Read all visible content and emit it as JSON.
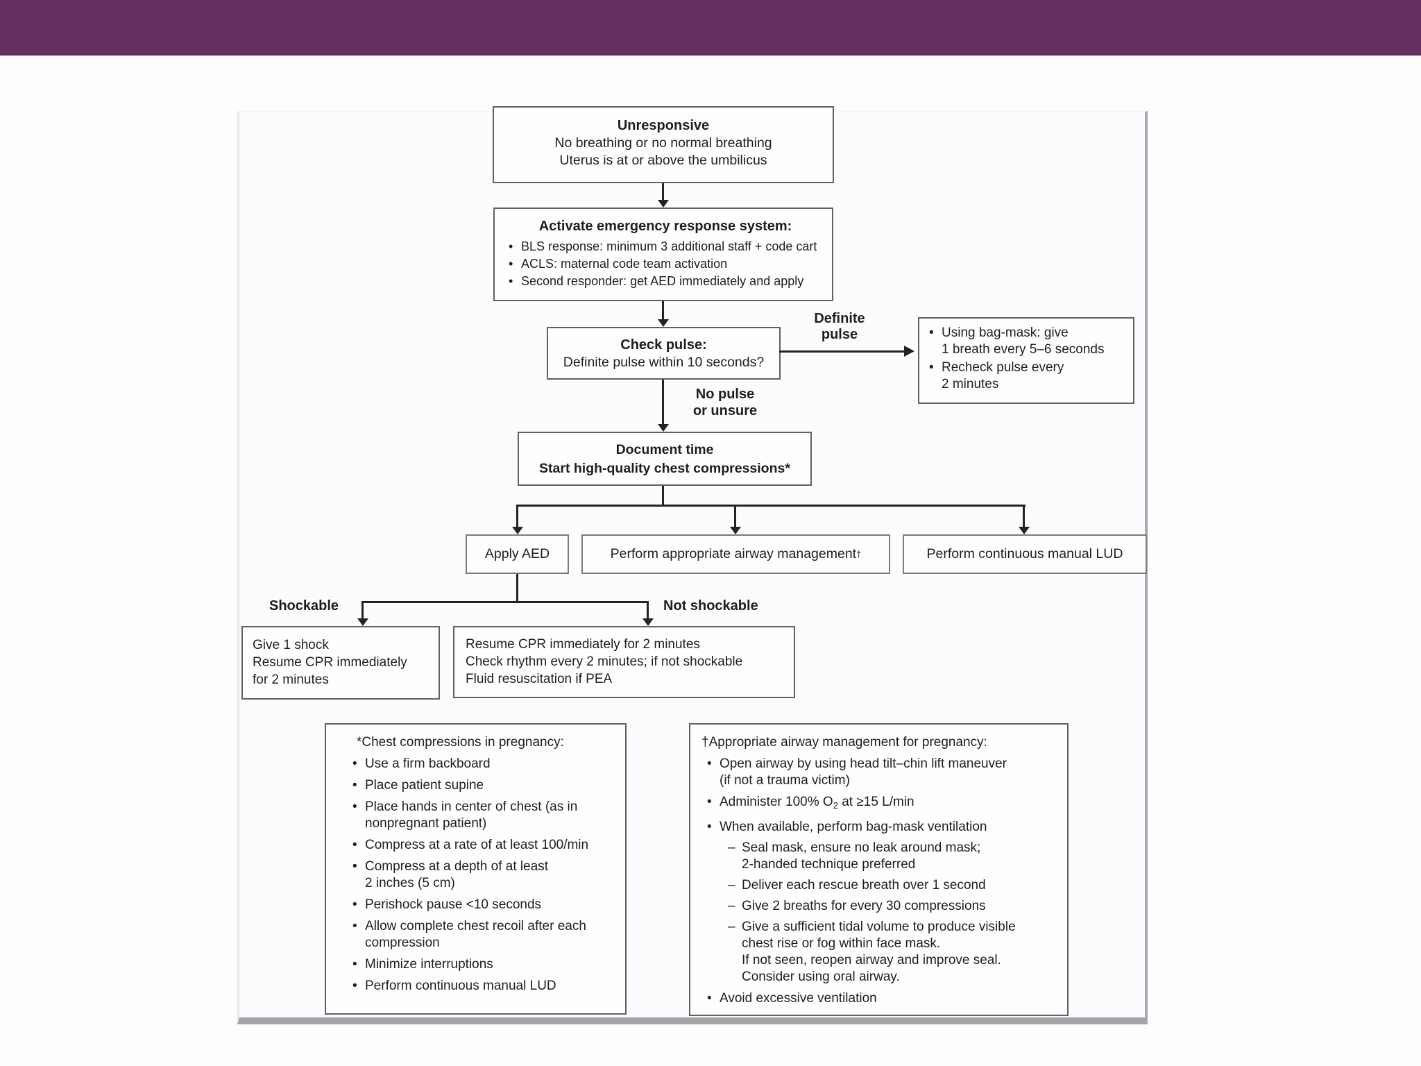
{
  "slide": {
    "accent_color": "#643062",
    "bar_style": "background:#643062;"
  },
  "fc": {
    "unresponsive": {
      "title": "Unresponsive",
      "lines": "No breathing or no normal breathing\nUterus is at or above the umbilicus"
    },
    "activate": {
      "title": "Activate emergency response system:",
      "b1": "BLS response: minimum 3 additional staff + code cart",
      "b2": "ACLS: maternal code team activation",
      "b3": "Second responder: get AED immediately and apply"
    },
    "check_pulse": {
      "title": "Check pulse:",
      "line": "Definite pulse within 10 seconds?"
    },
    "bag_mask": {
      "b1": "Using bag-mask: give\n1 breath every 5–6 seconds",
      "b2": "Recheck pulse every\n2 minutes"
    },
    "document_time": {
      "lines": "Document time\nStart high-quality chest compressions*"
    },
    "apply_aed": "Apply AED",
    "airway": {
      "text": "Perform appropriate airway management",
      "sup": "†"
    },
    "manual_lud": "Perform continuous manual LUD",
    "labels": {
      "definite_pulse": "Definite\npulse",
      "no_pulse": "No pulse\nor unsure",
      "shockable": "Shockable",
      "not_shockable": "Not shockable"
    },
    "shock_box": "Give 1 shock\nResume CPR immediately\nfor 2 minutes",
    "no_shock_box": "Resume CPR immediately for 2 minutes\nCheck rhythm every 2 minutes; if not shockable\nFluid resuscitation if PEA",
    "fn_compressions": {
      "title": "*Chest compressions in pregnancy:",
      "b1": "Use a firm backboard",
      "b2": "Place patient supine",
      "b3": "Place hands in center of chest (as in\nnonpregnant patient)",
      "b4": "Compress at a rate of at least 100/min",
      "b5": "Compress at a depth of at least\n2 inches (5 cm)",
      "b6": "Perishock pause <10 seconds",
      "b7": "Allow complete chest recoil after each\ncompression",
      "b8": "Minimize interruptions",
      "b9": "Perform continuous manual LUD"
    },
    "fn_airway": {
      "title": "†Appropriate airway management for pregnancy:",
      "b1": "Open airway by using head tilt–chin lift maneuver\n(if not a trauma victim)",
      "b2_pre": "Administer 100% O",
      "b2_sub": "2",
      "b2_post": " at ≥15 L/min",
      "b3": "When available, perform bag-mask ventilation",
      "d1": "Seal mask, ensure no leak around mask;\n2-handed technique preferred",
      "d2": "Deliver each rescue breath over 1 second",
      "d3": "Give 2 breaths for every 30 compressions",
      "d4": "Give a sufficient tidal volume to produce visible\nchest rise or fog within face mask.\nIf not seen, reopen airway and improve seal.\nConsider using oral airway.",
      "b4": "Avoid excessive ventilation"
    }
  }
}
